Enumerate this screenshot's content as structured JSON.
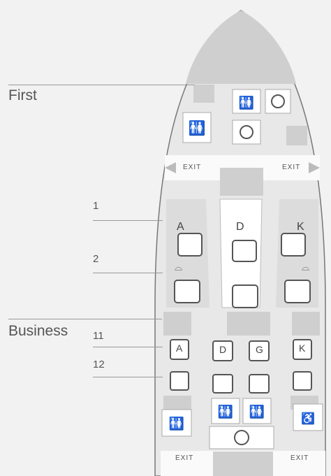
{
  "cabins": {
    "first": "First",
    "business": "Business"
  },
  "rows": {
    "r1": "1",
    "r2": "2",
    "r11": "11",
    "r12": "12"
  },
  "exits": {
    "upper_left": "EXIT",
    "upper_right": "EXIT",
    "lower_left": "EXIT",
    "lower_right": "EXIT"
  },
  "seat_letters": {
    "first_a": "A",
    "first_d": "D",
    "first_k": "K",
    "business_a": "A",
    "business_d": "D",
    "business_g": "G",
    "business_k": "K"
  },
  "icons": {
    "lavatory": "lavatory-icon",
    "galley": "galley-icon",
    "bassinet": "bassinet-icon",
    "accessible_lavatory": "accessible-lavatory-icon"
  },
  "colors": {
    "background": "#f2f2f2",
    "fuselage": "#e6e6e6",
    "area": "#cfcfcf",
    "seat": "#ffffff",
    "outline": "#555555"
  }
}
